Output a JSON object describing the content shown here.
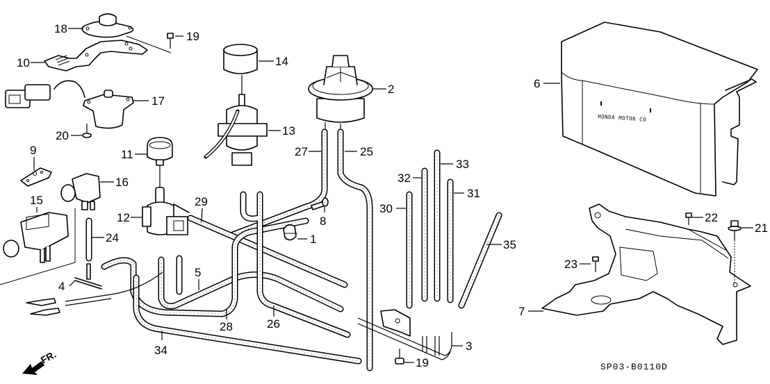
{
  "diagram": {
    "title": "Control Box / Vacuum Tubing Parts Diagram",
    "diagram_code": "SP03-B0110D",
    "cover_stamp": "HONDA MOTOR CO",
    "direction_indicator": "FR.",
    "callouts": [
      {
        "number": "1",
        "part": "clamp"
      },
      {
        "number": "2",
        "part": "map-sensor"
      },
      {
        "number": "3",
        "part": "tube-joint"
      },
      {
        "number": "4",
        "part": "tube-joint-t"
      },
      {
        "number": "5",
        "part": "tube"
      },
      {
        "number": "6",
        "part": "control-box-cover"
      },
      {
        "number": "7",
        "part": "control-box-bracket"
      },
      {
        "number": "8",
        "part": "bolt"
      },
      {
        "number": "9",
        "part": "bracket-plate"
      },
      {
        "number": "10",
        "part": "sensor-bracket"
      },
      {
        "number": "11",
        "part": "air-filter"
      },
      {
        "number": "12",
        "part": "solenoid-valve"
      },
      {
        "number": "13",
        "part": "solenoid-valve"
      },
      {
        "number": "14",
        "part": "air-filter"
      },
      {
        "number": "15",
        "part": "sensor"
      },
      {
        "number": "16",
        "part": "connector"
      },
      {
        "number": "17",
        "part": "sensor"
      },
      {
        "number": "18",
        "part": "cap"
      },
      {
        "number": "19",
        "part": "bolt"
      },
      {
        "number": "20",
        "part": "bolt"
      },
      {
        "number": "21",
        "part": "bolt-washer"
      },
      {
        "number": "22",
        "part": "bolt"
      },
      {
        "number": "23",
        "part": "bolt"
      },
      {
        "number": "24",
        "part": "tube"
      },
      {
        "number": "25",
        "part": "tube"
      },
      {
        "number": "26",
        "part": "tube"
      },
      {
        "number": "27",
        "part": "tube"
      },
      {
        "number": "28",
        "part": "tube"
      },
      {
        "number": "29",
        "part": "tube"
      },
      {
        "number": "30",
        "part": "tube"
      },
      {
        "number": "31",
        "part": "tube"
      },
      {
        "number": "32",
        "part": "tube"
      },
      {
        "number": "33",
        "part": "tube"
      },
      {
        "number": "34",
        "part": "tube"
      },
      {
        "number": "35",
        "part": "tube"
      }
    ]
  }
}
